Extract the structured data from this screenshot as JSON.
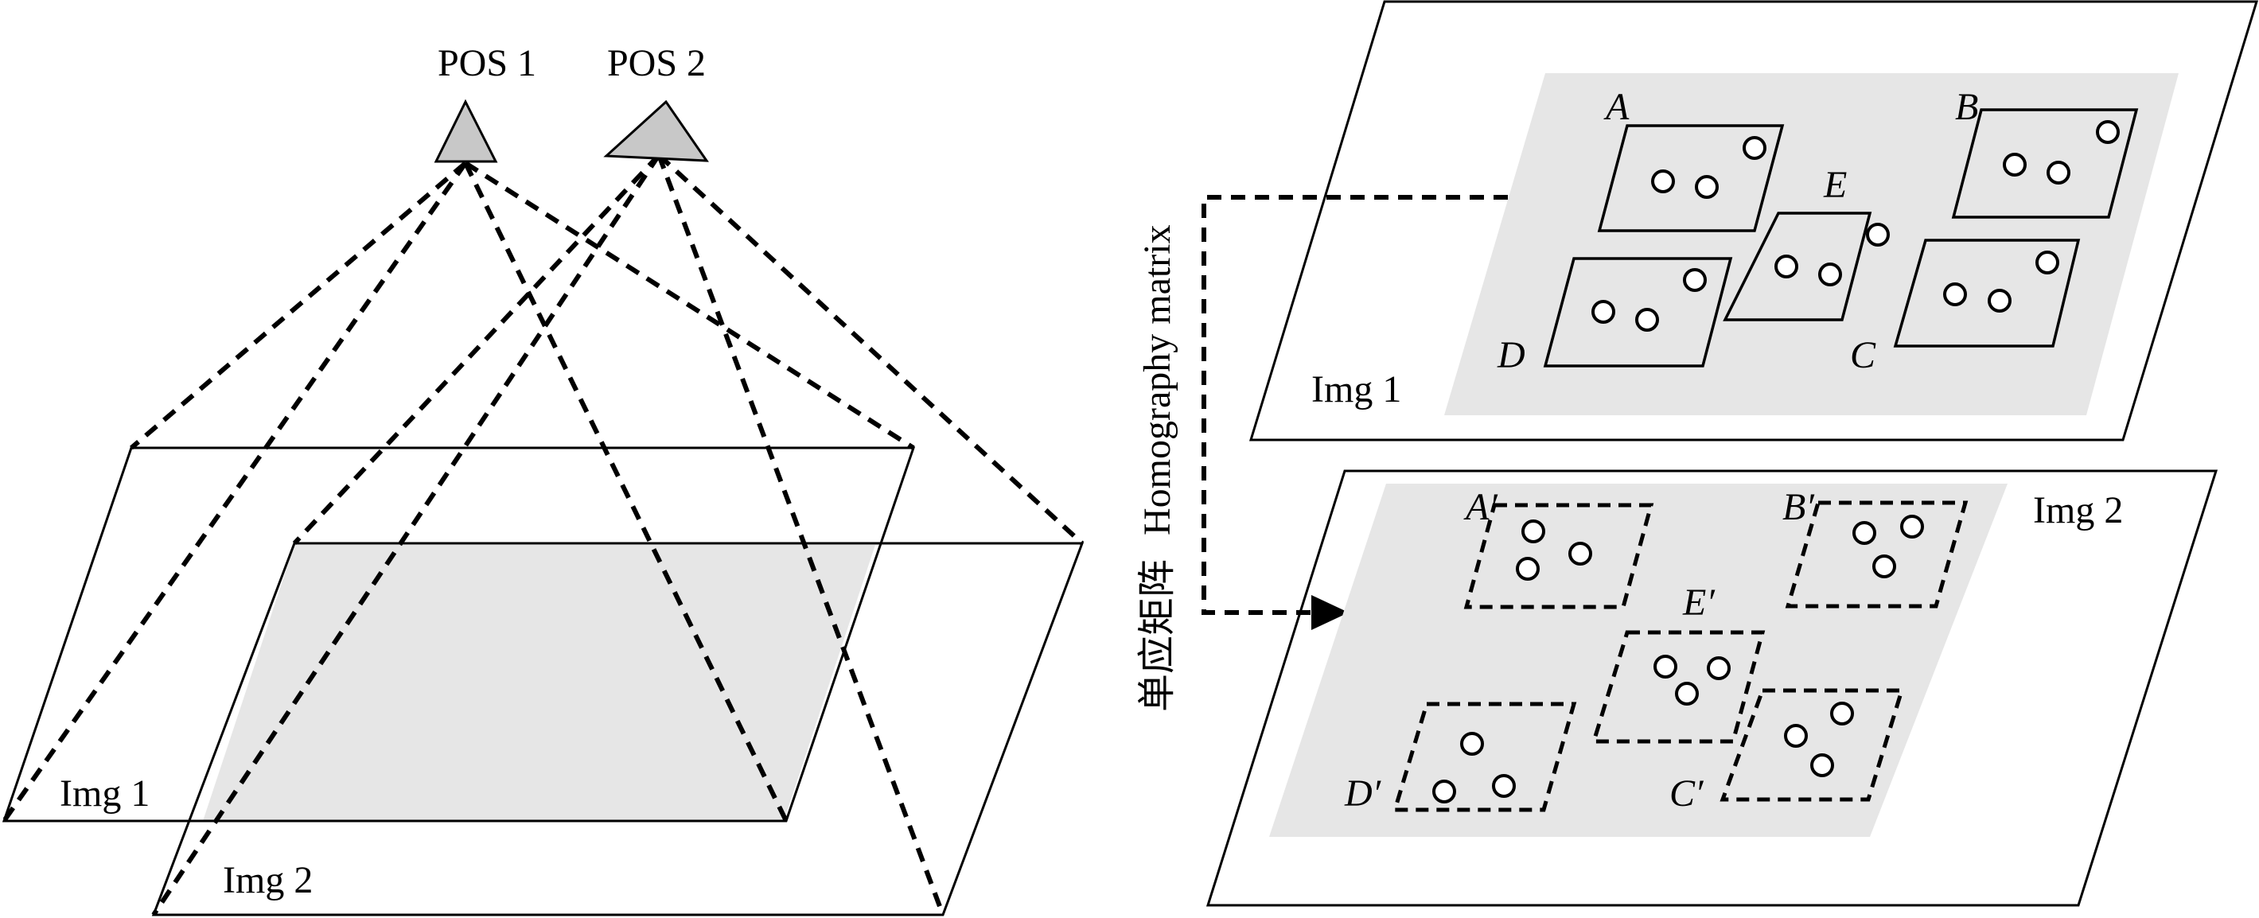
{
  "left_panel": {
    "camera_1_label": "POS 1",
    "camera_2_label": "POS 2",
    "image_1_label": "Img 1",
    "image_2_label": "Img 2"
  },
  "connector": {
    "label_cn": "单应矩阵",
    "label_en": "Homography matrix"
  },
  "right_top": {
    "image_label": "Img 1",
    "regions": {
      "a": "A",
      "b": "B",
      "c": "C",
      "d": "D",
      "e": "E"
    }
  },
  "right_bottom": {
    "image_label": "Img 2",
    "regions": {
      "a": "A′",
      "b": "B′",
      "c": "C′",
      "d": "D′",
      "e": "E′"
    }
  },
  "colors": {
    "shade": "#e6e6e6",
    "camera": "#c8c8c8",
    "line": "#000000"
  }
}
